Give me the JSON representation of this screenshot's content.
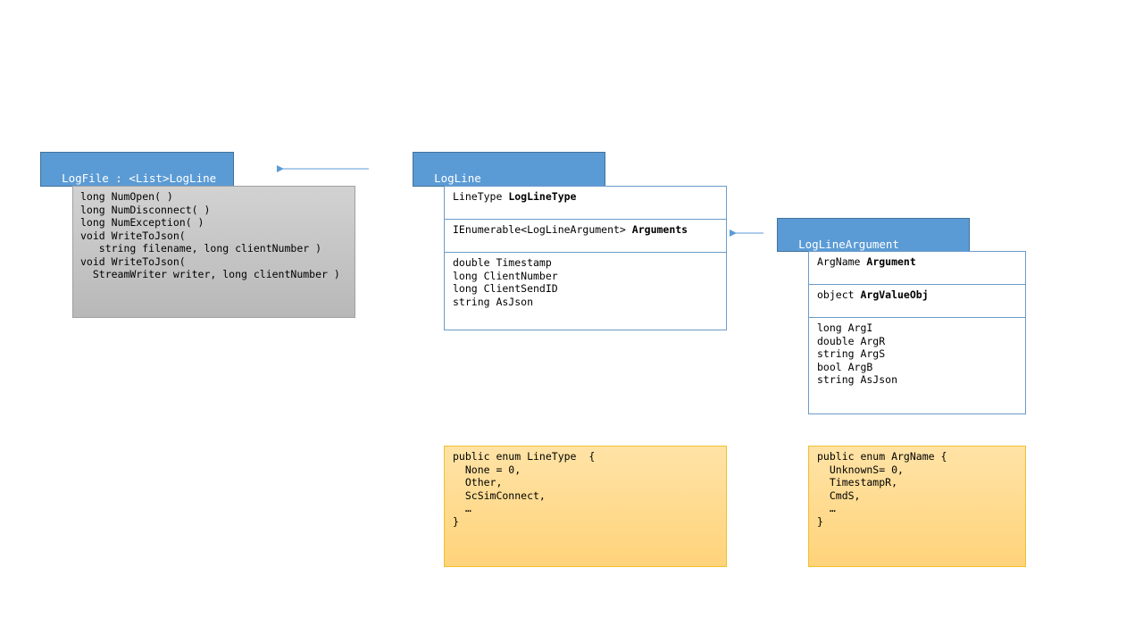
{
  "logfile": {
    "title": "LogFile : <List>LogLine",
    "methods": [
      "long NumOpen( )",
      "long NumDisconnect( )",
      "long NumException( )",
      "void WriteToJson(",
      "   string filename, long clientNumber )",
      "void WriteToJson(",
      "  StreamWriter writer, long clientNumber )"
    ]
  },
  "logline": {
    "title": "LogLine",
    "field1": {
      "type": "LineType ",
      "name": "LogLineType"
    },
    "field2": {
      "type": "IEnumerable<LogLineArgument> ",
      "name": "Arguments"
    },
    "props": [
      "double Timestamp",
      "long ClientNumber",
      "long ClientSendID",
      "string AsJson"
    ]
  },
  "logline_argument": {
    "title": "LogLineArgument",
    "field1": {
      "type": "ArgName ",
      "name": "Argument"
    },
    "field2": {
      "type": "object ",
      "name": "ArgValueObj"
    },
    "props": [
      "long ArgI",
      "double ArgR",
      "string ArgS",
      "bool ArgB",
      "string AsJson"
    ]
  },
  "enum_linetype": {
    "lines": [
      "public enum LineType  {",
      "  None = 0,",
      "  Other,",
      "  ScSimConnect,",
      "  …",
      "}"
    ]
  },
  "enum_argname": {
    "lines": [
      "public enum ArgName {",
      "  UnknownS= 0,",
      "  TimestampR,",
      "  CmdS,",
      "  …",
      "}"
    ]
  },
  "colors": {
    "header_blue": "#5b9bd5",
    "arrow": "#5b9bd5",
    "enum_fill": "#ffd37a",
    "gray_fill": "#c4c4c4"
  }
}
